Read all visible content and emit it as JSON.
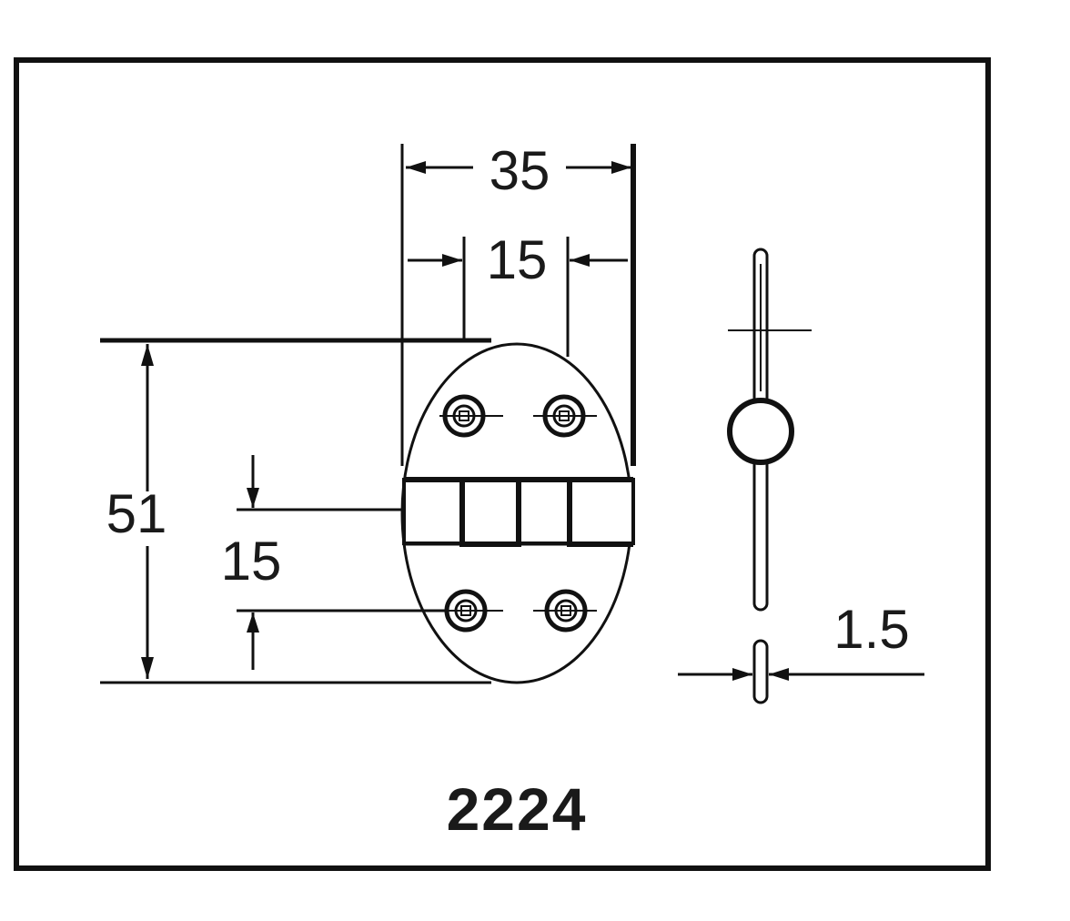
{
  "drawing": {
    "part_number": "2224",
    "dimensions": {
      "overall_width": "35",
      "knuckle_width": "15",
      "overall_height": "51",
      "knuckle_height": "15",
      "thickness": "1.5"
    }
  }
}
